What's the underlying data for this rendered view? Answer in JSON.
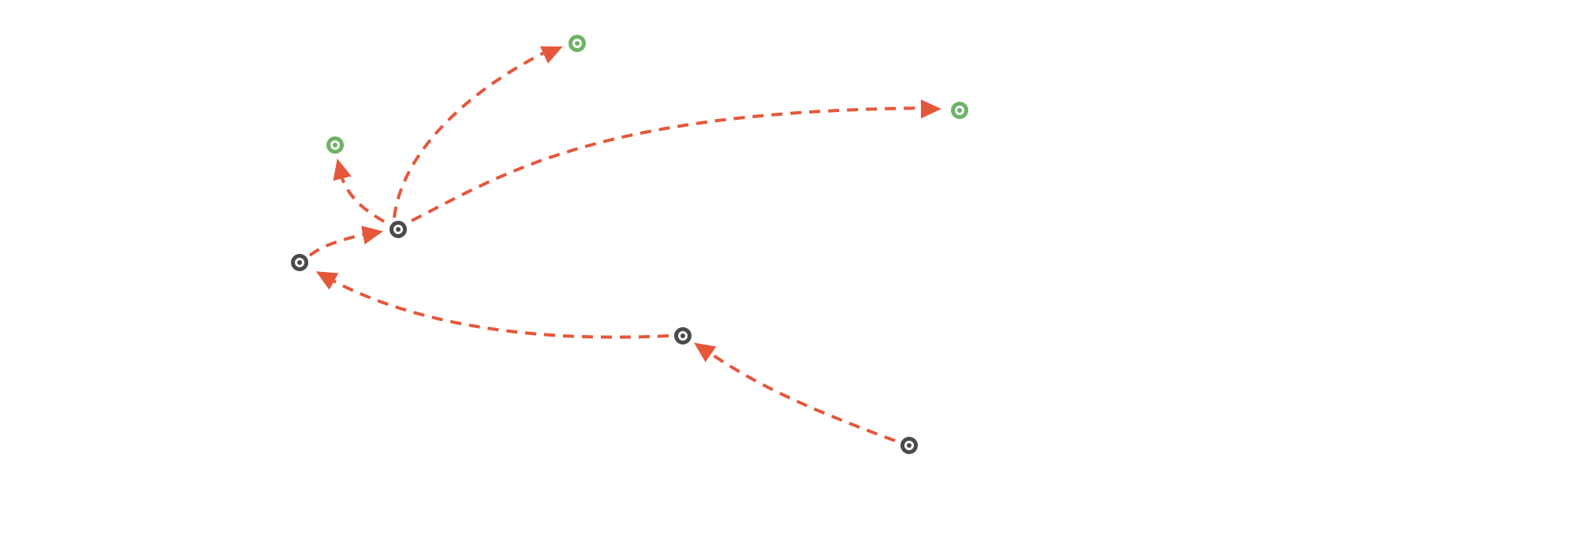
{
  "colors": {
    "edge": "#e5573a",
    "node_source": "#4a4a4a",
    "node_target": "#6db365",
    "background": "#ffffff"
  },
  "nodes": [
    {
      "id": "hub",
      "kind": "source"
    },
    {
      "id": "left",
      "kind": "source"
    },
    {
      "id": "mid",
      "kind": "source"
    },
    {
      "id": "low",
      "kind": "source"
    },
    {
      "id": "top",
      "kind": "target"
    },
    {
      "id": "upper",
      "kind": "target"
    },
    {
      "id": "right",
      "kind": "target"
    }
  ],
  "edges": [
    {
      "from": "left",
      "to": "hub"
    },
    {
      "from": "hub",
      "to": "upper"
    },
    {
      "from": "hub",
      "to": "top"
    },
    {
      "from": "hub",
      "to": "right"
    },
    {
      "from": "mid",
      "to": "left"
    },
    {
      "from": "low",
      "to": "mid"
    }
  ]
}
